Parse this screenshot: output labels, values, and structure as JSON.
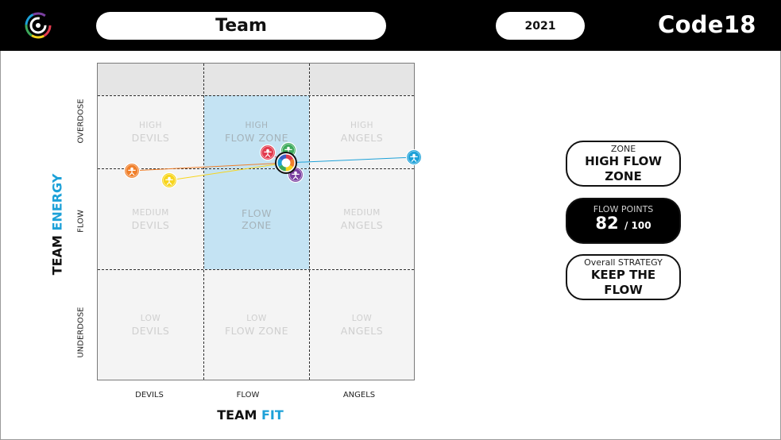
{
  "header": {
    "title": "Team",
    "year": "2021",
    "brand": "Code18",
    "logo_icon": "code18-logo-icon"
  },
  "matrix": {
    "cells": [
      {
        "key": "high-devils",
        "line1": "HIGH",
        "line2": "DEVILS"
      },
      {
        "key": "high-flow",
        "line1": "HIGH",
        "line2": "FLOW ZONE"
      },
      {
        "key": "high-angels",
        "line1": "HIGH",
        "line2": "ANGELS"
      },
      {
        "key": "medium-devils",
        "line1": "MEDIUM",
        "line2": "DEVILS"
      },
      {
        "key": "flow-zone",
        "line1": "FLOW",
        "line2": "ZONE"
      },
      {
        "key": "medium-angels",
        "line1": "MEDIUM",
        "line2": "ANGELS"
      },
      {
        "key": "low-devils",
        "line1": "LOW",
        "line2": "DEVILS"
      },
      {
        "key": "low-flow",
        "line1": "LOW",
        "line2": "FLOW ZONE"
      },
      {
        "key": "low-angels",
        "line1": "LOW",
        "line2": "ANGELS"
      }
    ],
    "y_ticks": [
      "OVERDOSE",
      "FLOW",
      "UNDERDOSE"
    ],
    "x_ticks": [
      "DEVILS",
      "FLOW",
      "ANGELS"
    ],
    "x_title": {
      "part1": "TEAM",
      "part2": "FIT"
    },
    "y_title": {
      "part1": "TEAM",
      "part2": "ENERGY"
    },
    "colors": {
      "flow_zone": "#c4e3f3",
      "accent": "#1da1d8"
    }
  },
  "members": [
    {
      "color": "#f07f2a",
      "icon": "person-icon"
    },
    {
      "color": "#f7d51d",
      "icon": "person-icon"
    },
    {
      "color": "#e23b4e",
      "icon": "person-icon"
    },
    {
      "color": "#3daa5b",
      "icon": "person-icon"
    },
    {
      "color": "#7b3fa0",
      "icon": "person-icon"
    },
    {
      "color": "#1da1d8",
      "icon": "person-icon"
    }
  ],
  "team_marker": {
    "icon": "team-color-wheel-icon"
  },
  "zone": {
    "label": "ZONE",
    "value": "HIGH FLOW ZONE"
  },
  "flow_points": {
    "label": "FLOW POINTS",
    "value": "82",
    "max": "/ 100"
  },
  "strategy": {
    "label": "Overall STRATEGY",
    "value": "KEEP THE FLOW"
  }
}
